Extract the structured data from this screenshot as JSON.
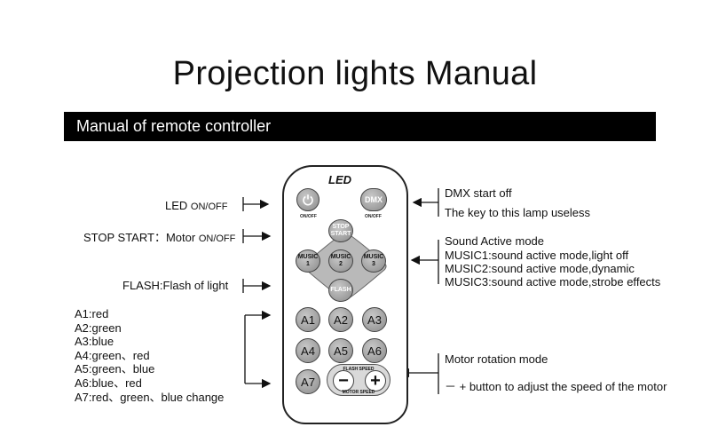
{
  "title": "Projection lights Manual",
  "section_header": "Manual of remote controller",
  "remote": {
    "brand": "LED",
    "power_caption": "ON/OFF",
    "dmx_label": "DMX",
    "dmx_caption": "ON/OFF",
    "stop_start": "STOP START",
    "music1": "MUSIC 1",
    "music2": "MUSIC 2",
    "music3": "MUSIC 3",
    "flash": "FLASH",
    "a1": "A1",
    "a2": "A2",
    "a3": "A3",
    "a4": "A4",
    "a5": "A5",
    "a6": "A6",
    "a7": "A7",
    "flash_speed": "FLASH SPEED",
    "motor_speed": "MOTOR SPEED",
    "minus": "−",
    "plus": "+"
  },
  "left_labels": {
    "led": "LED",
    "led_suffix": "ON/OFF",
    "stop_start": "STOP START：Motor",
    "stop_start_suffix": "ON/OFF",
    "flash": "FLASH:Flash of light",
    "a_list": [
      "A1:red",
      "A2:green",
      "A3:blue",
      "A4:green、red",
      "A5:green、blue",
      "A6:blue、red",
      "A7:red、green、blue change"
    ]
  },
  "right_labels": {
    "dmx_title": "DMX start off",
    "dmx_desc": "The key to this lamp useless",
    "sound_title": "Sound Active mode",
    "sound_list": [
      "MUSIC1:sound active mode,light off",
      "MUSIC2:sound active mode,dynamic",
      "MUSIC3:sound active mode,strobe effects"
    ],
    "motor_title": "Motor rotation mode",
    "motor_desc": "－ + button to adjust the speed of the motor"
  }
}
